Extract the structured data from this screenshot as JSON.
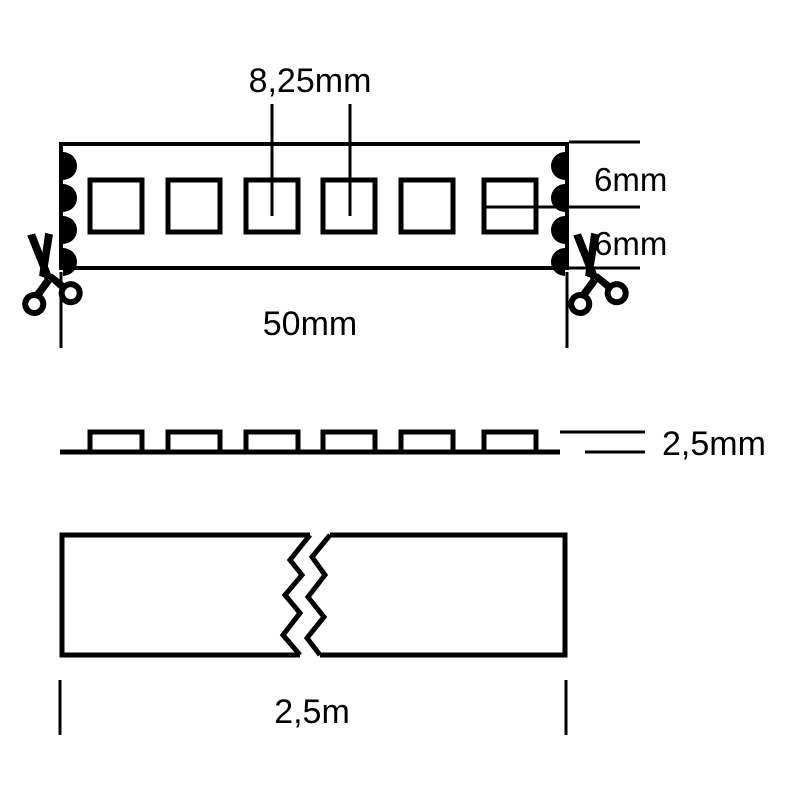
{
  "drawing": {
    "title": "LED Strip Dimension Drawing",
    "background_color": "#ffffff",
    "line_color": "#000000",
    "views": [
      {
        "name": "top-view",
        "description": "Top view of LED strip segment with solder pads and LED chips",
        "led_count": 6,
        "solder_pads_per_side": 4
      },
      {
        "name": "side-profile-view",
        "description": "Side profile showing LED bump height on flexible base",
        "led_count": 6
      },
      {
        "name": "full-length-view",
        "description": "Full reel length view with break symbol"
      }
    ]
  },
  "dimensions": {
    "led_pitch": {
      "label": "8,25mm",
      "value": 8.25,
      "unit": "mm",
      "meaning": "LED pitch (center to center spacing)"
    },
    "strip_width": {
      "label": "6mm",
      "value": 6,
      "unit": "mm",
      "meaning": "distance from top edge to LED center line"
    },
    "strip_width_lower": {
      "label": "6mm",
      "value": 6,
      "unit": "mm",
      "meaning": "distance from LED center line to bottom edge"
    },
    "cut_length": {
      "label": "50mm",
      "value": 50,
      "unit": "mm",
      "meaning": "cuttable segment length"
    },
    "thickness": {
      "label": "2,5mm",
      "value": 2.5,
      "unit": "mm",
      "meaning": "strip profile thickness"
    },
    "reel_length": {
      "label": "2,5m",
      "value": 2.5,
      "unit": "m",
      "meaning": "total strip length"
    }
  },
  "icons": {
    "scissors_left": "scissors-icon",
    "scissors_right": "scissors-icon",
    "break_symbol": "zigzag-break-icon"
  }
}
